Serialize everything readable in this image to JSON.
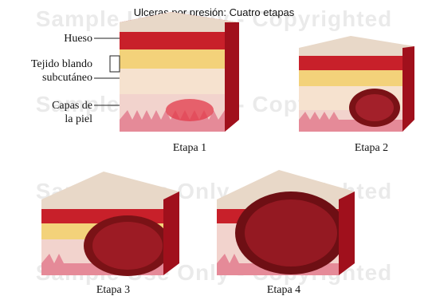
{
  "title": "Ulceras por presión: Cuatro etapas",
  "watermark": "Sample Use Only - Copyrighted",
  "labels": {
    "bone": "Hueso",
    "soft_tissue_line1": "Tejido blando",
    "soft_tissue_line2": "subcutáneo",
    "skin_line1": "Capas de",
    "skin_line2": "la piel"
  },
  "stages": [
    "Etapa 1",
    "Etapa 2",
    "Etapa 3",
    "Etapa 4"
  ],
  "colors": {
    "skin": "#f2d3cd",
    "fat": "#f3d27a",
    "muscle": "#c8202a",
    "bone": "#b5121f",
    "wound": "#7a1216"
  }
}
